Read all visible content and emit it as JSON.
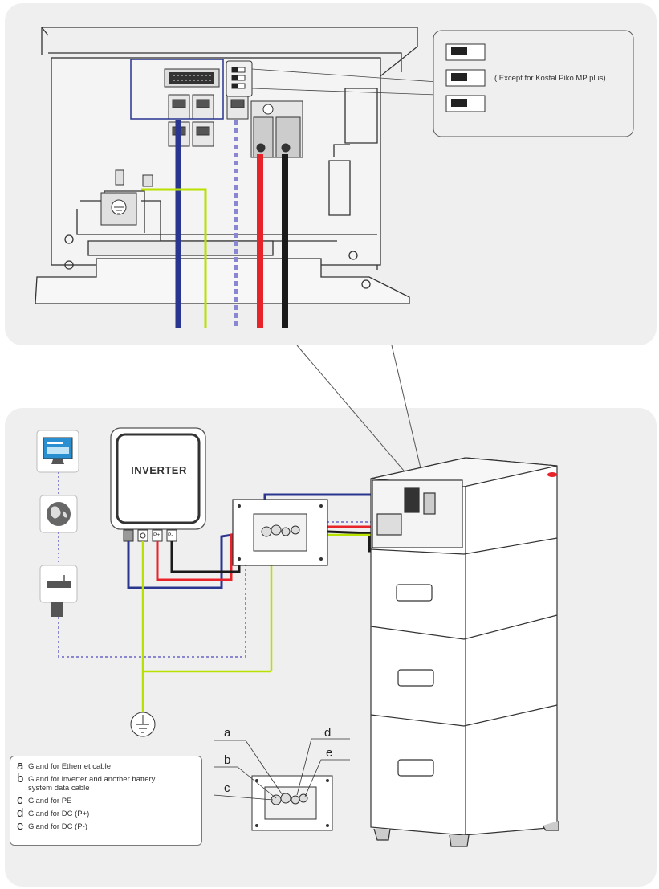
{
  "callout": {
    "note": "( Except for Kostal Piko MP plus)"
  },
  "inverter": {
    "label": "INVERTER",
    "terminals": [
      "PE",
      "P+",
      "P-"
    ]
  },
  "glands": {
    "letters": [
      "a",
      "b",
      "c",
      "d",
      "e"
    ]
  },
  "legend": {
    "items": [
      {
        "key": "a",
        "text": "Gland for Ethernet cable"
      },
      {
        "key": "b",
        "text": "Gland for inverter and another battery system data cable"
      },
      {
        "key": "c",
        "text": "Gland for PE"
      },
      {
        "key": "d",
        "text": "Gland for DC (P+)"
      },
      {
        "key": "e",
        "text": "Gland for DC (P-)"
      }
    ]
  },
  "colors": {
    "ethernet": "#8a86d0",
    "data": "#2a3590",
    "pe": "#b8e000",
    "dc_plus": "#e8232a",
    "dc_minus": "#1a1a1a",
    "panel_bg": "#efefef"
  },
  "icons": [
    "computer-icon",
    "globe-icon",
    "router-icon",
    "ground-symbol-icon",
    "battery-tower-icon"
  ]
}
